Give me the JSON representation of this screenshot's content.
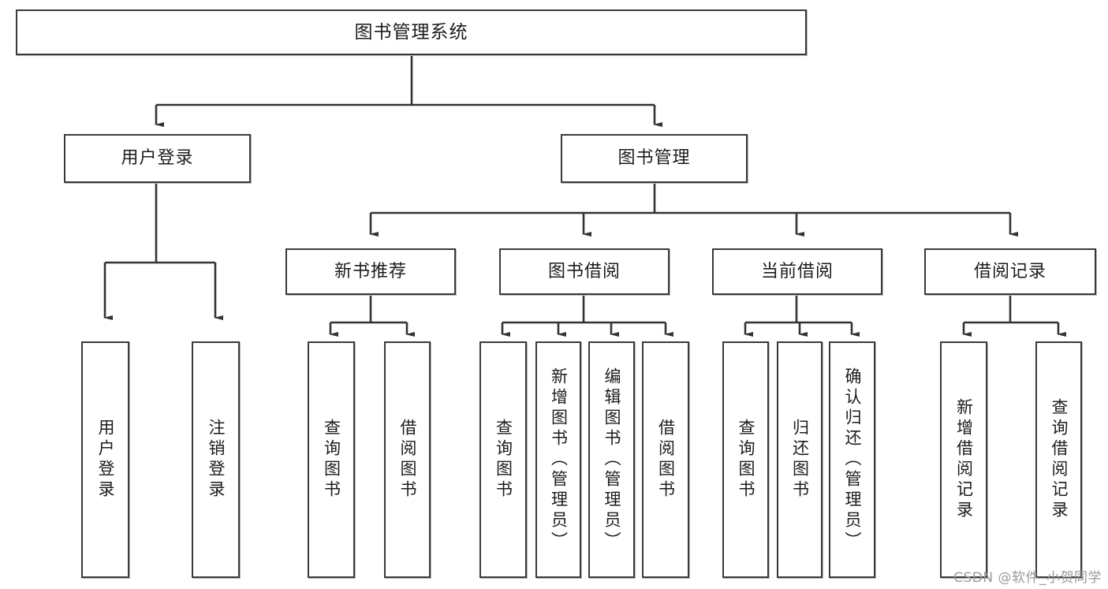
{
  "diagram": {
    "title": "图书管理系统",
    "watermark": "CSDN @软件_小贺同学",
    "line_color": "#333333",
    "box_border_color": "#3a3a3a",
    "box_fill_color": "#ffffff",
    "text_color": "#1c1c1c",
    "root": {
      "label": "图书管理系统"
    },
    "level2": [
      {
        "label": "用户登录"
      },
      {
        "label": "图书管理"
      }
    ],
    "level3": [
      {
        "label": "新书推荐"
      },
      {
        "label": "图书借阅"
      },
      {
        "label": "当前借阅"
      },
      {
        "label": "借阅记录"
      }
    ],
    "leaves": {
      "user_login": [
        {
          "label": "用户登录"
        },
        {
          "label": "注销登录"
        }
      ],
      "new_book_recommend": [
        {
          "label": "查询图书"
        },
        {
          "label": "借阅图书"
        }
      ],
      "book_borrow": [
        {
          "label": "查询图书"
        },
        {
          "label": "新增图书（管理员）"
        },
        {
          "label": "编辑图书（管理员）"
        },
        {
          "label": "借阅图书"
        }
      ],
      "current_borrow": [
        {
          "label": "查询图书"
        },
        {
          "label": "归还图书"
        },
        {
          "label": "确认归还（管理员）"
        }
      ],
      "borrow_record": [
        {
          "label": "新增借阅记录"
        },
        {
          "label": "查询借阅记录"
        }
      ]
    }
  }
}
